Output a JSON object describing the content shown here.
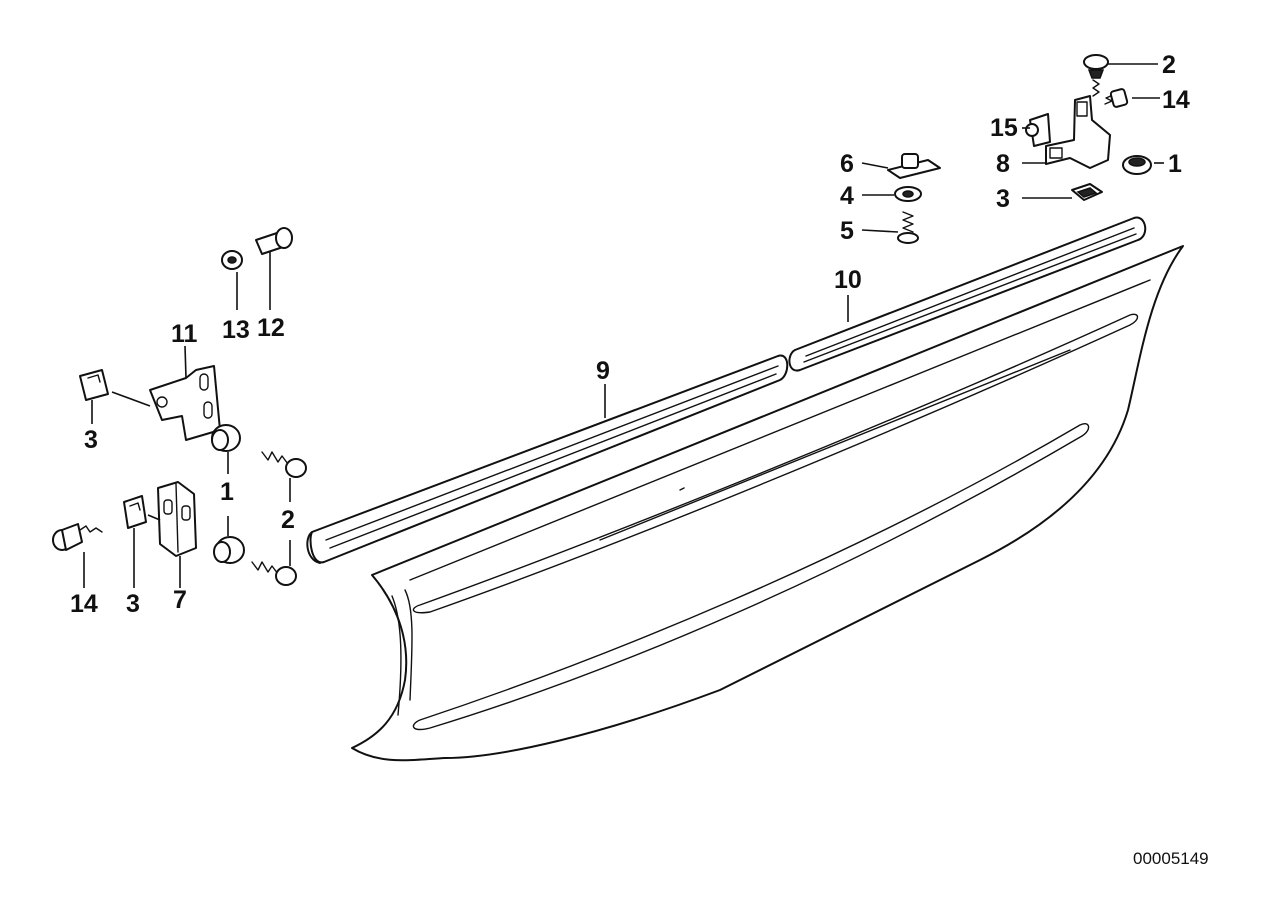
{
  "reference_number": "00005149",
  "callouts": {
    "c1": "1",
    "c2": "2",
    "c3": "3",
    "c4": "4",
    "c5": "5",
    "c6": "6",
    "c7": "7",
    "c8": "8",
    "c9": "9",
    "c10": "10",
    "c11": "11",
    "c12": "12",
    "c13": "13",
    "c14": "14",
    "c15": "15"
  }
}
